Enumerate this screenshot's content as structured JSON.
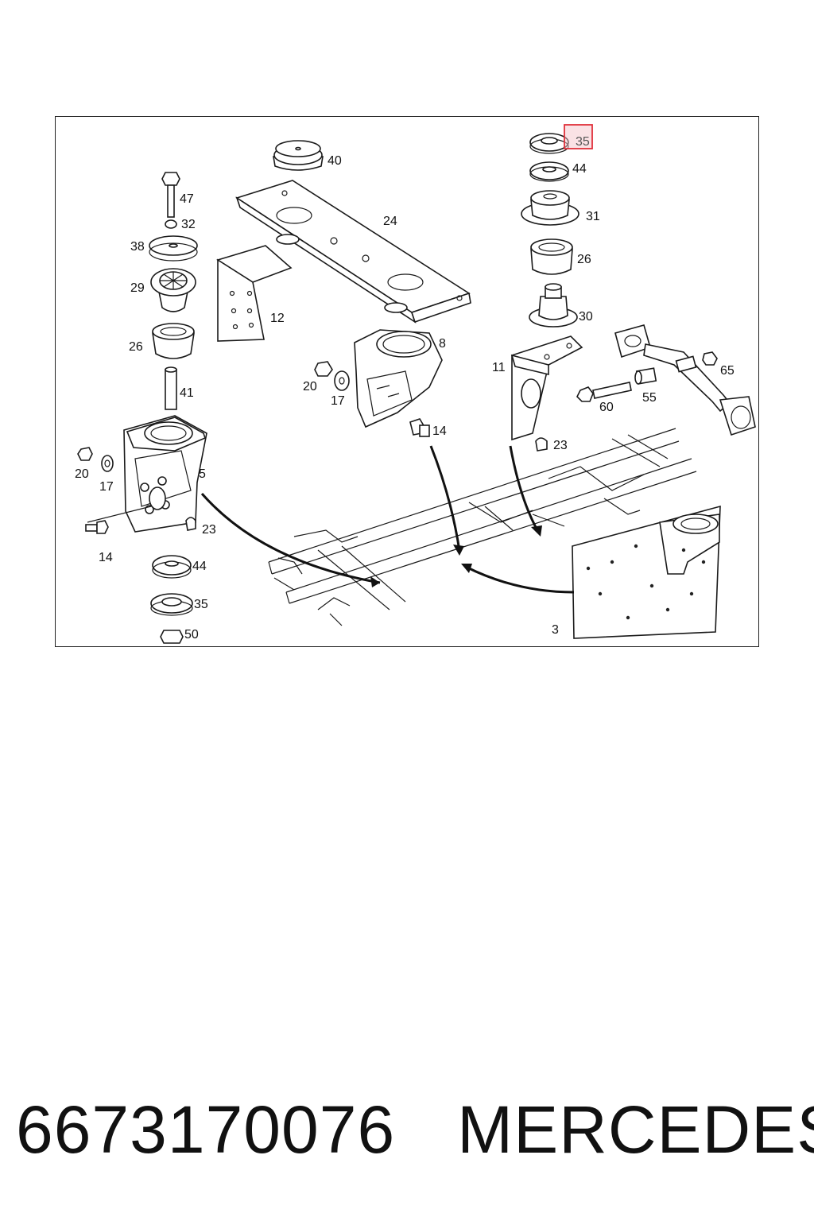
{
  "diagram": {
    "labels": {
      "l35top": "35",
      "l44top": "44",
      "l31": "31",
      "l26right": "26",
      "l30": "30",
      "l40": "40",
      "l24": "24",
      "l12": "12",
      "l8": "8",
      "l20mid": "20",
      "l17mid": "17",
      "l14mid": "14",
      "l11": "11",
      "l23right": "23",
      "l65": "65",
      "l55": "55",
      "l60": "60",
      "l47": "47",
      "l32": "32",
      "l38": "38",
      "l29": "29",
      "l26left": "26",
      "l41": "41",
      "l20left": "20",
      "l17left": "17",
      "l5": "5",
      "l14left": "14",
      "l23left": "23",
      "l44bot": "44",
      "l35bot": "35",
      "l50": "50",
      "l3": "3"
    },
    "highlight_color": "#e0303a"
  },
  "footer": {
    "part_number": "6673170076",
    "brand": "MERCEDES"
  }
}
